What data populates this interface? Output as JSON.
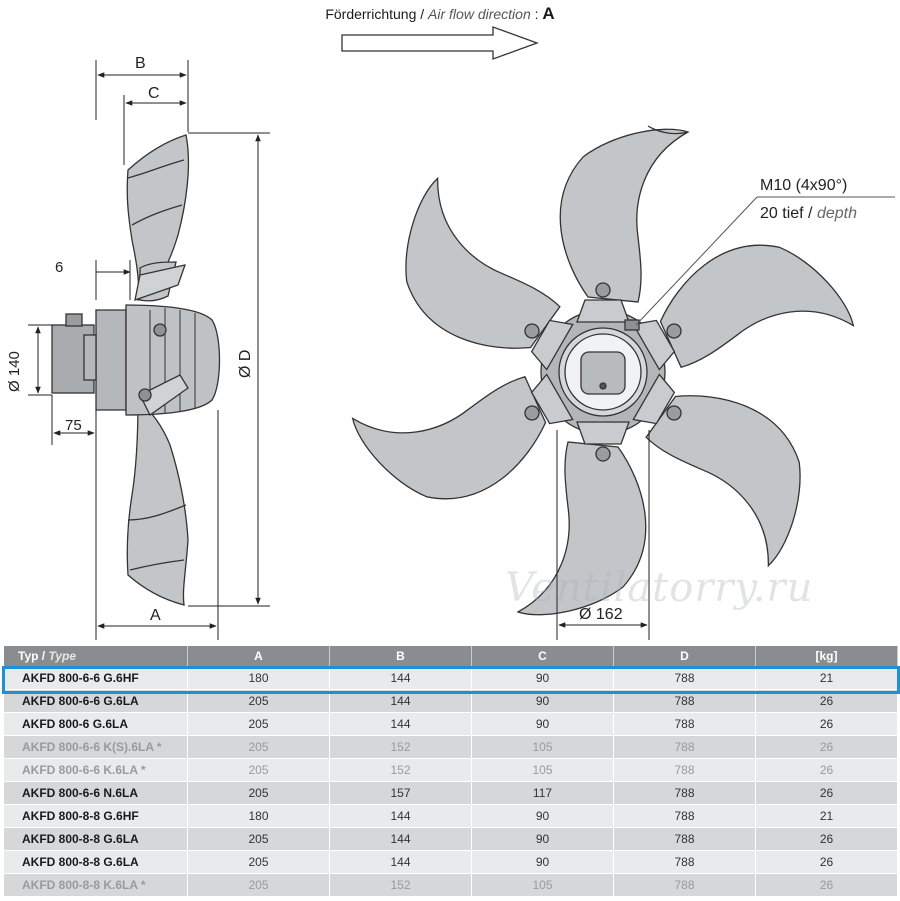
{
  "flow": {
    "label_de": "Förderrichtung /",
    "label_en": "Air flow direction",
    "colon": ":",
    "letter": "A"
  },
  "dims": {
    "b": "B",
    "c": "C",
    "six": "6",
    "d140": "Ø 140",
    "d75": "75",
    "a": "A",
    "dD": "Ø D",
    "d162": "Ø 162"
  },
  "callout": {
    "line1": "M10 (4x90°)",
    "line2_prefix": "20 tief /",
    "line2_it": "depth"
  },
  "watermark": "Ventilatorry.ru",
  "table": {
    "header_type": "Typ /",
    "header_type_it": "Type",
    "headers": [
      "A",
      "B",
      "C",
      "D",
      "[kg]"
    ],
    "rows": [
      {
        "type": "AKFD 800-6-6 G.6HF",
        "a": "180",
        "b": "144",
        "c": "90",
        "d": "788",
        "kg": "21"
      },
      {
        "type": "AKFD 800-6-6 G.6LA",
        "a": "205",
        "b": "144",
        "c": "90",
        "d": "788",
        "kg": "26"
      },
      {
        "type": "AKFD 800-6 G.6LA",
        "a": "205",
        "b": "144",
        "c": "90",
        "d": "788",
        "kg": "26"
      },
      {
        "type": "AKFD 800-6-6 K(S).6LA *",
        "a": "205",
        "b": "152",
        "c": "105",
        "d": "788",
        "kg": "26"
      },
      {
        "type": "AKFD 800-6-6 K.6LA *",
        "a": "205",
        "b": "152",
        "c": "105",
        "d": "788",
        "kg": "26"
      },
      {
        "type": "AKFD 800-6-6 N.6LA",
        "a": "205",
        "b": "157",
        "c": "117",
        "d": "788",
        "kg": "26"
      },
      {
        "type": "AKFD 800-8-8 G.6HF",
        "a": "180",
        "b": "144",
        "c": "90",
        "d": "788",
        "kg": "21"
      },
      {
        "type": "AKFD 800-8-8 G.6LA",
        "a": "205",
        "b": "144",
        "c": "90",
        "d": "788",
        "kg": "26"
      },
      {
        "type": "AKFD 800-8-8 G.6LA",
        "a": "205",
        "b": "144",
        "c": "90",
        "d": "788",
        "kg": "26"
      },
      {
        "type": "AKFD 800-8-8 K.6LA *",
        "a": "205",
        "b": "152",
        "c": "105",
        "d": "788",
        "kg": "26"
      }
    ]
  },
  "colors": {
    "blade": "#c3c6c9",
    "header": "#8a8d8f",
    "highlight": "#1f8fd6"
  }
}
